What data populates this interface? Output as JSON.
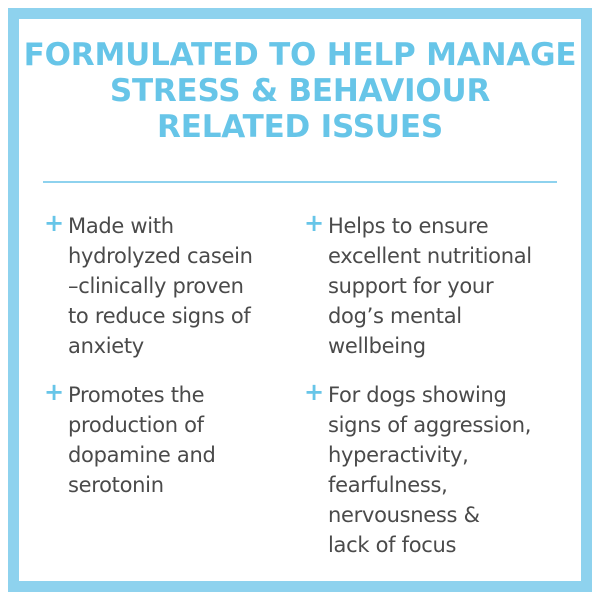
{
  "headline": {
    "lines": [
      "FORMULATED TO HELP MANAGE",
      "STRESS & BEHAVIOUR",
      "RELATED ISSUES"
    ]
  },
  "bullet_symbol": "+",
  "colors": {
    "accent": "#67c5e8",
    "border": "#8ed2ee",
    "body_text": "#4a4a4a",
    "background": "#ffffff"
  },
  "features": [
    {
      "lines": [
        "Made with",
        "hydrolyzed casein",
        "–clinically proven",
        "to reduce signs of",
        "anxiety"
      ]
    },
    {
      "lines": [
        "Helps to ensure",
        "excellent nutritional",
        "support for your",
        "dog’s mental",
        "wellbeing"
      ]
    },
    {
      "lines": [
        "Promotes the",
        "production of",
        "dopamine and",
        "serotonin"
      ]
    },
    {
      "lines": [
        "For dogs showing",
        "signs of aggression,",
        "hyperactivity,",
        "fearfulness,",
        "nervousness &",
        "lack of focus"
      ]
    }
  ]
}
